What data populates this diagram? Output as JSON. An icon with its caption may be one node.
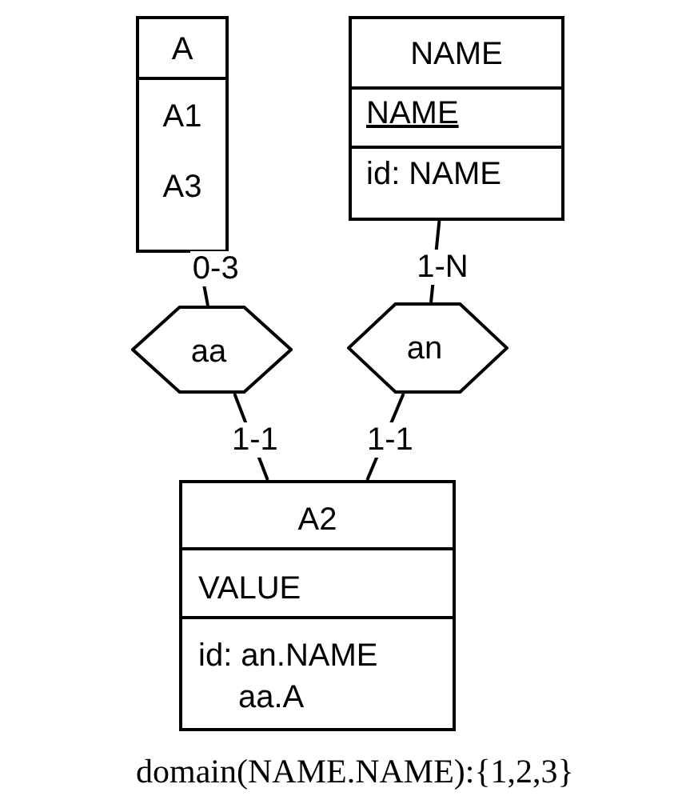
{
  "diagram": {
    "caption": "domain(NAME.NAME):{1,2,3}",
    "nodes": [
      {
        "text": [
          "A",
          "A1",
          "A3"
        ]
      },
      {
        "text": [
          "NAME",
          "NAME",
          "id: NAME"
        ]
      },
      {
        "text": [
          "aa"
        ]
      },
      {
        "text": [
          "an"
        ]
      },
      {
        "text": [
          "A2",
          "VALUE",
          "id: an.NAME",
          "aa.A"
        ]
      }
    ],
    "edges": [
      {
        "from": 0,
        "to": 2,
        "arrow": "none",
        "label": "0-3"
      },
      {
        "from": 1,
        "to": 3,
        "arrow": "none",
        "label": "1-N"
      },
      {
        "from": 2,
        "to": 4,
        "arrow": "none",
        "label": "1-1"
      },
      {
        "from": 3,
        "to": 4,
        "arrow": "none",
        "label": "1-1"
      }
    ]
  }
}
